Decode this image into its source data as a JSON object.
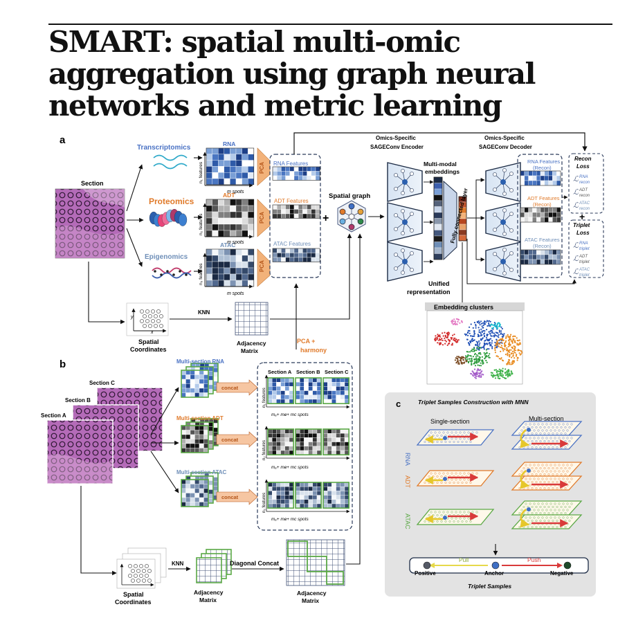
{
  "title": "SMART: spatial multi-omic aggregation using graph neural networks and metric learning",
  "panels": {
    "a": "a",
    "b": "b",
    "c": "c"
  },
  "a": {
    "section": "Section",
    "modalities": [
      "Transcriptomics",
      "Proteomics",
      "Epigenomics"
    ],
    "matrices": [
      "RNA",
      "ADT",
      "ATAC"
    ],
    "features_axis": [
      "n₁ features",
      "n₂ features",
      "n₃ features"
    ],
    "spots_axis": "m spots",
    "pca": "PCA",
    "feature_blocks": [
      "RNA Features",
      "ADT Features",
      "ATAC Features"
    ],
    "plus": "+",
    "spatial_graph": "Spatial graph",
    "encoder": "Omics-Specific SAGEConv Encoder",
    "decoder": "Omics-Specific SAGEConv Decoder",
    "multimodal": "Multi-modal embeddings",
    "fc_layer": "Fully connected layer",
    "recon_blocks": [
      "RNA Features (Recon)",
      "ADT Features (Recon)",
      "ATAC Features (Recon)"
    ],
    "recon_loss": "Recon Loss",
    "triplet_loss": "Triplet Loss",
    "loss_sym": "ℒ",
    "recon_terms": [
      {
        "sup": "RNA",
        "sub": "recon"
      },
      {
        "sup": "ADT",
        "sub": "recon"
      },
      {
        "sup": "ATAC",
        "sub": "recon"
      }
    ],
    "triplet_terms": [
      {
        "sup": "RNA",
        "sub": "triplet"
      },
      {
        "sup": "ADT",
        "sub": "triplet"
      },
      {
        "sup": "ATAC",
        "sub": "triplet"
      }
    ],
    "unified": "Unified representation",
    "clusters": "Embedding clusters",
    "spatial_coords": "Spatial Coordinates",
    "knn": "KNN",
    "adjacency": "Adjacency Matrix",
    "axis_x": "x",
    "axis_y": "y"
  },
  "b": {
    "sections": [
      "Section C",
      "Section B",
      "Section A"
    ],
    "multi": [
      "Multi-section RNA",
      "Multi-section ADT",
      "Multi-section ATAC"
    ],
    "concat": "concat",
    "pca_harmony": "PCA + harmony",
    "col_heads": [
      "Section A",
      "Section B",
      "Section C"
    ],
    "spots": "mₐ+ mʙ+ mᴄ spots",
    "knn": "KNN",
    "diag": "Diagonal Concat",
    "spatial_coords": "Spatial Coordinates",
    "adjacency": "Adjacency Matrix"
  },
  "c": {
    "title": "Triplet Samples Construction with MNN",
    "single": "Single-section",
    "multi": "Multi-section",
    "rows": [
      "RNA",
      "ADT",
      "ATAC"
    ],
    "pull": "Pull",
    "push": "Push",
    "positive": "Positive",
    "anchor": "Anchor",
    "negative": "Negative",
    "footer": "Triplet Samples"
  },
  "colors": {
    "rna": "#4a72c4",
    "adt": "#e07a2a",
    "atac": "#6f8fb8",
    "pca": "#f2b27a",
    "encoder": "#ccdcef",
    "green": "#5aa845",
    "cyan": "#2ea9c9",
    "pull": "#e6d94a",
    "push": "#d93a3a"
  }
}
